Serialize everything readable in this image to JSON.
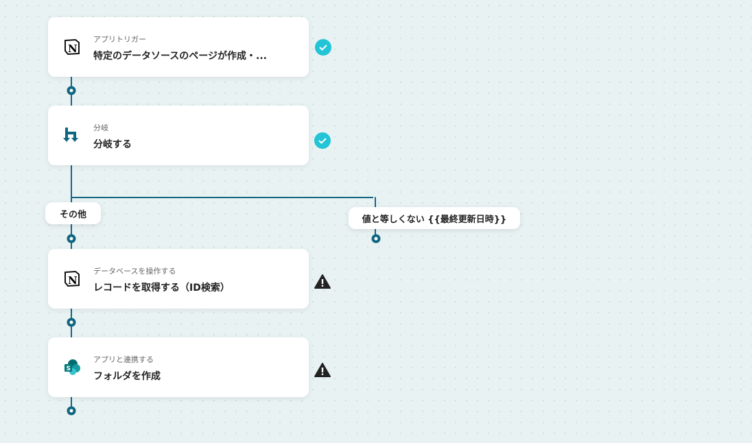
{
  "steps": [
    {
      "sub": "アプリトリガー",
      "title": "特定のデータソースのページが作成・...",
      "icon": "notion-icon",
      "status": "success"
    },
    {
      "sub": "分岐",
      "title": "分岐する",
      "icon": "branch-icon",
      "status": "success"
    },
    {
      "sub": "データベースを操作する",
      "title": "レコードを取得する（ID検索）",
      "icon": "notion-icon",
      "status": "warning"
    },
    {
      "sub": "アプリと連携する",
      "title": "フォルダを作成",
      "icon": "sharepoint-icon",
      "status": "warning"
    }
  ],
  "branches": {
    "left": "その他",
    "right": "値と等しくない {{最終更新日時}}"
  },
  "colors": {
    "line": "#0f6680",
    "success": "#22c4d6",
    "warning": "#222222"
  }
}
